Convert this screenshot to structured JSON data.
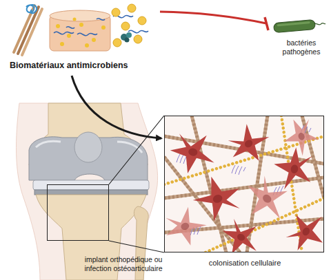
{
  "diagram": {
    "nodes": [
      {
        "text": [
          "implant orthopédique ou infection ostéoarticulaire"
        ]
      },
      {
        "text": [
          "colonisation cellulaire"
        ]
      }
    ],
    "edges": [
      {
        "from": 0,
        "to": 1,
        "arrow": "none"
      }
    ],
    "labels": [
      "Biomatériaux antimicrobiens",
      "bactéries pathogènes"
    ]
  }
}
